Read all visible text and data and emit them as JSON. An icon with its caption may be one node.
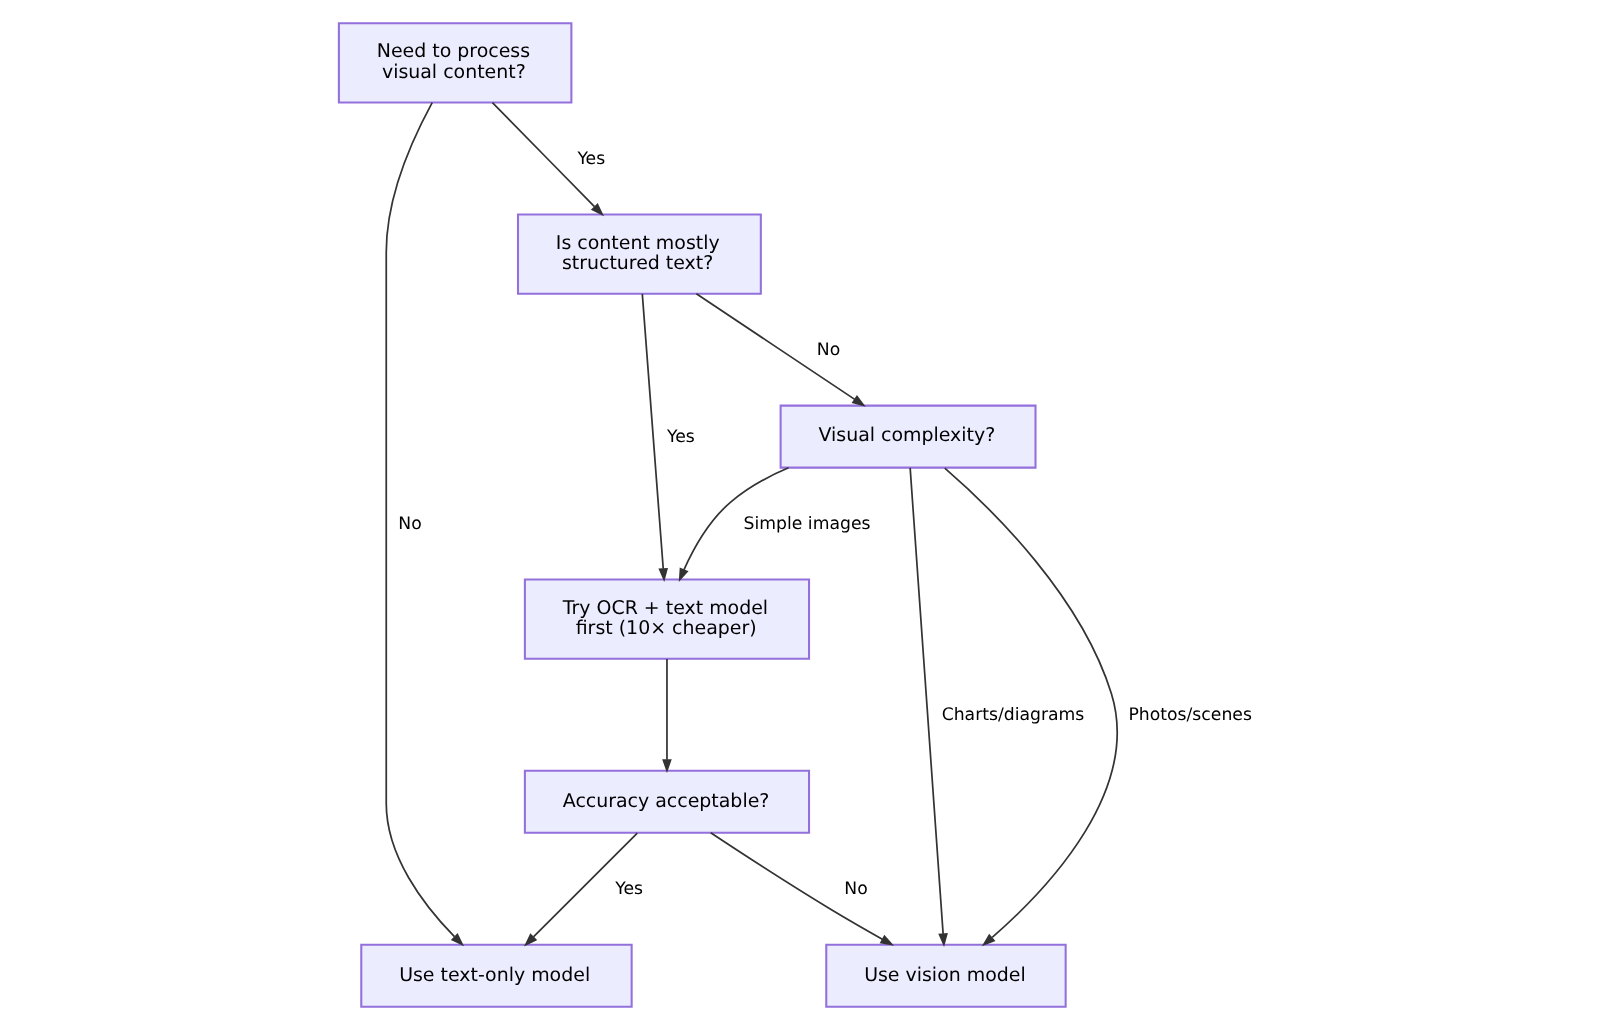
{
  "diagram": {
    "nodes": [
      {
        "text": [
          "Need to process visual content?"
        ]
      },
      {
        "text": [
          "Is content mostly structured text?"
        ]
      },
      {
        "text": [
          "Visual complexity?"
        ]
      },
      {
        "text": [
          "Try OCR + text model first (10× cheaper)"
        ]
      },
      {
        "text": [
          "Accuracy acceptable?"
        ]
      },
      {
        "text": [
          "Use text-only model"
        ]
      },
      {
        "text": [
          "Use vision model"
        ]
      }
    ],
    "edges": [
      {
        "from": 0,
        "to": 5,
        "arrow": "to",
        "label": "No"
      },
      {
        "from": 0,
        "to": 1,
        "arrow": "to",
        "label": "Yes"
      },
      {
        "from": 1,
        "to": 3,
        "arrow": "to",
        "label": "Yes"
      },
      {
        "from": 1,
        "to": 2,
        "arrow": "to",
        "label": "No"
      },
      {
        "from": 2,
        "to": 3,
        "arrow": "to",
        "label": "Simple images"
      },
      {
        "from": 2,
        "to": 6,
        "arrow": "to",
        "label": "Charts/diagrams"
      },
      {
        "from": 2,
        "to": 6,
        "arrow": "to",
        "label": "Photos/scenes"
      },
      {
        "from": 3,
        "to": 4,
        "arrow": "to"
      },
      {
        "from": 4,
        "to": 5,
        "arrow": "to",
        "label": "Yes"
      },
      {
        "from": 4,
        "to": 6,
        "arrow": "to",
        "label": "No"
      }
    ]
  }
}
